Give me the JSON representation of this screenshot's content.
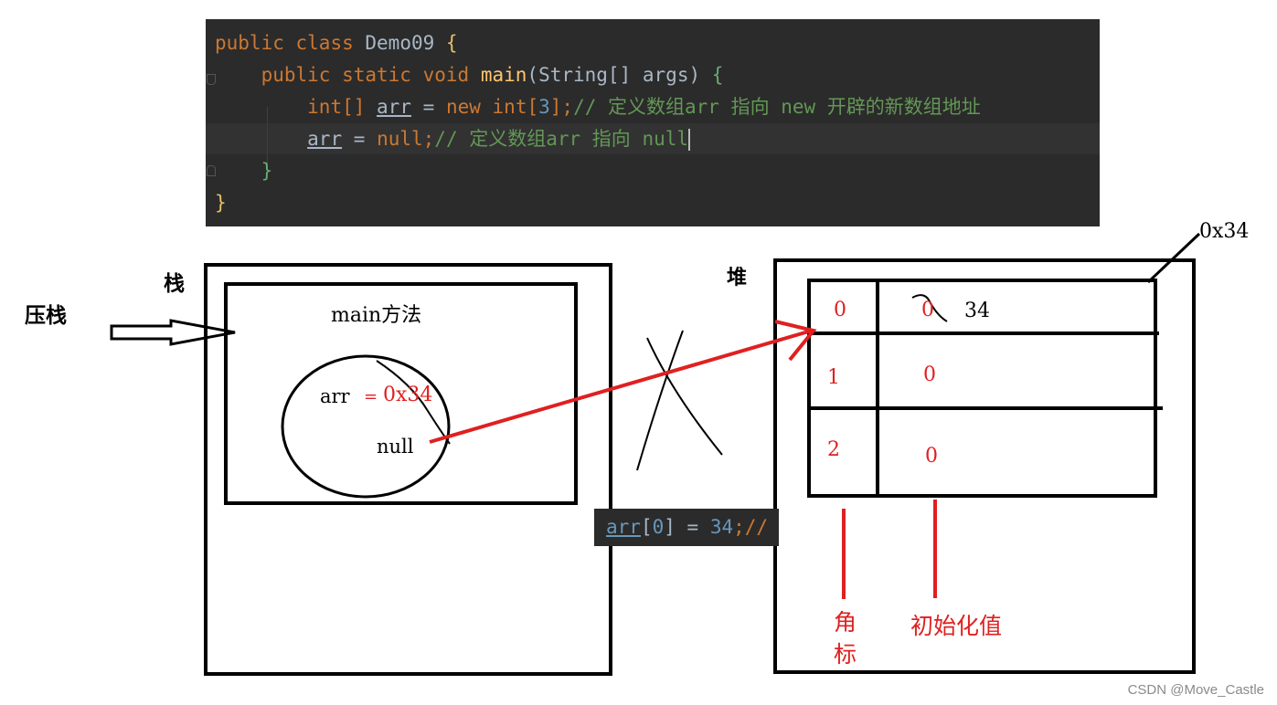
{
  "code": {
    "line1": {
      "kw1": "public",
      "kw2": "class",
      "name": "Demo09",
      "brace": "{"
    },
    "line2": {
      "kw1": "public",
      "kw2": "static",
      "kw3": "void",
      "fn": "main",
      "paren_open": "(",
      "type": "String[]",
      "param": "args",
      "paren_close": ")",
      "brace": "{"
    },
    "line3": {
      "type": "int[]",
      "var": "arr",
      "eq": "=",
      "kw": "new",
      "type2": "int[",
      "num": "3",
      "close": "];",
      "comment": "// 定义数组arr 指向 new 开辟的新数组地址"
    },
    "line4": {
      "var": "arr",
      "eq": "=",
      "kw": "null",
      "semi": ";",
      "comment": "// 定义数组arr 指向 null"
    },
    "line5": {
      "brace": "}"
    },
    "line6": {
      "brace": "}"
    }
  },
  "diagram": {
    "stack_label": "栈",
    "push_label": "压栈",
    "heap_label": "堆",
    "method_label": "main方法",
    "var_name": "arr",
    "assign": "=",
    "addr_value": "0x34",
    "null_value": "null",
    "address_label": "0x34",
    "indices": [
      "0",
      "1",
      "2"
    ],
    "cells": [
      "0",
      "0",
      "0"
    ],
    "new_value": "34",
    "index_caption": "角标",
    "init_caption": "初始化值"
  },
  "snippet": {
    "var": "arr",
    "open": "[",
    "idx": "0",
    "close": "]",
    "eq": " = ",
    "num": "34",
    "tail": ";//"
  },
  "watermark": "CSDN @Move_Castle",
  "colors": {
    "code_bg": "#2b2b2b",
    "keyword": "#cc7832",
    "identifier": "#a9b7c6",
    "comment": "#629755",
    "number": "#6897bb",
    "annotation_red": "#e02020"
  }
}
